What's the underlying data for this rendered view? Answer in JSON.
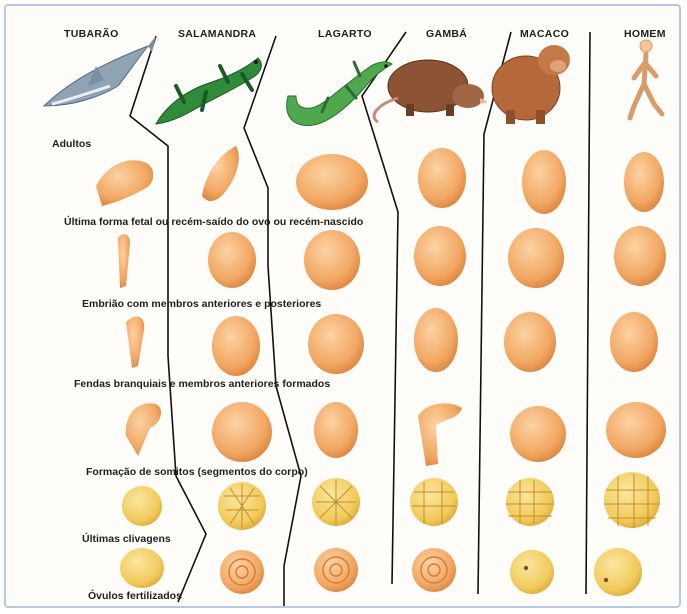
{
  "columns": [
    {
      "name": "TUBARÃO"
    },
    {
      "name": "SALAMANDRA"
    },
    {
      "name": "LAGARTO"
    },
    {
      "name": "GAMBÁ"
    },
    {
      "name": "MACACO"
    },
    {
      "name": "HOMEM"
    }
  ],
  "stages": [
    {
      "label": "Adultos"
    },
    {
      "label": "Última forma fetal ou recém-saído do ovo ou recém-nascido"
    },
    {
      "label": "Embrião com membros anteriores e posteriores"
    },
    {
      "label": "Fendas branquiais e membros anteriores formados"
    },
    {
      "label": "Formação de somitos (segmentos do corpo)"
    },
    {
      "label": "Últimas clivagens"
    },
    {
      "label": "Óvulos fertilizados"
    }
  ],
  "colors": {
    "frame_border": "#b6c8e3",
    "embryo": "#f2a763",
    "egg": "#f1c95a",
    "shark": "#8fa3b4",
    "salamander": "#2f8a3a",
    "lizard": "#4fa84e",
    "opossum": "#8c5434",
    "monkey": "#b5683a",
    "human": "#f3c79a"
  }
}
